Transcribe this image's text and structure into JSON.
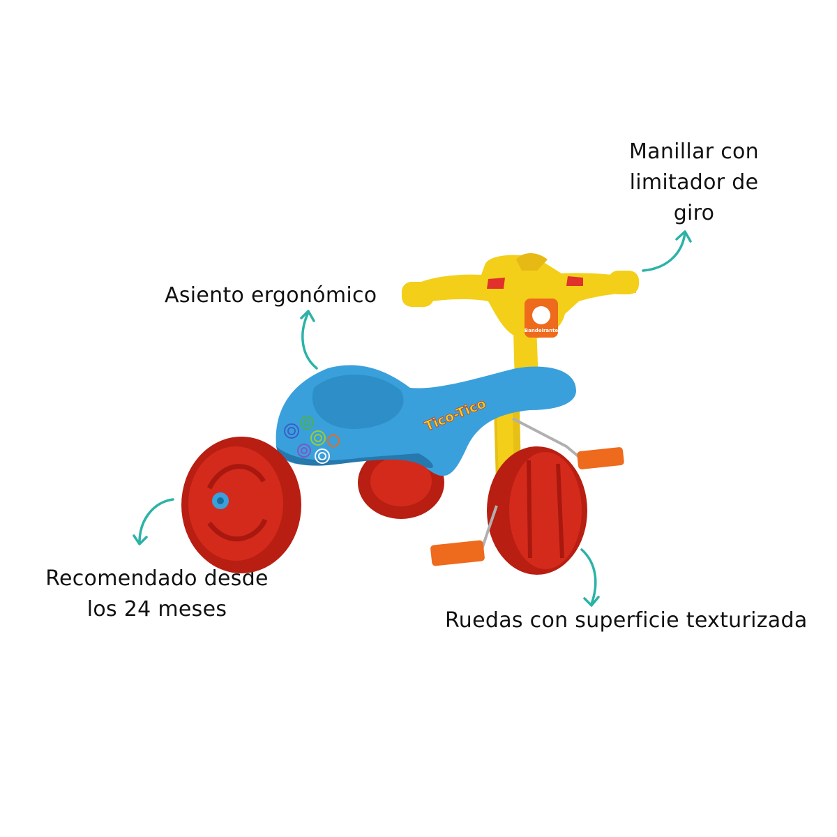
{
  "labels": {
    "handlebar": [
      "Manillar con",
      "limitador de",
      "giro"
    ],
    "seat": "Asiento ergonómico",
    "age": [
      "Recomendado desde",
      "los 24 meses"
    ],
    "wheels": "Ruedas con superficie texturizada"
  },
  "product": {
    "decal_text": "Tico-Tico",
    "badge_text": "Bandeirante"
  },
  "colors": {
    "arrow": "#2bb3a6",
    "body": "#3aa0dc",
    "wheel": "#d42a1c",
    "handle": "#f3cf1a",
    "pedal": "#ee6a1c"
  }
}
